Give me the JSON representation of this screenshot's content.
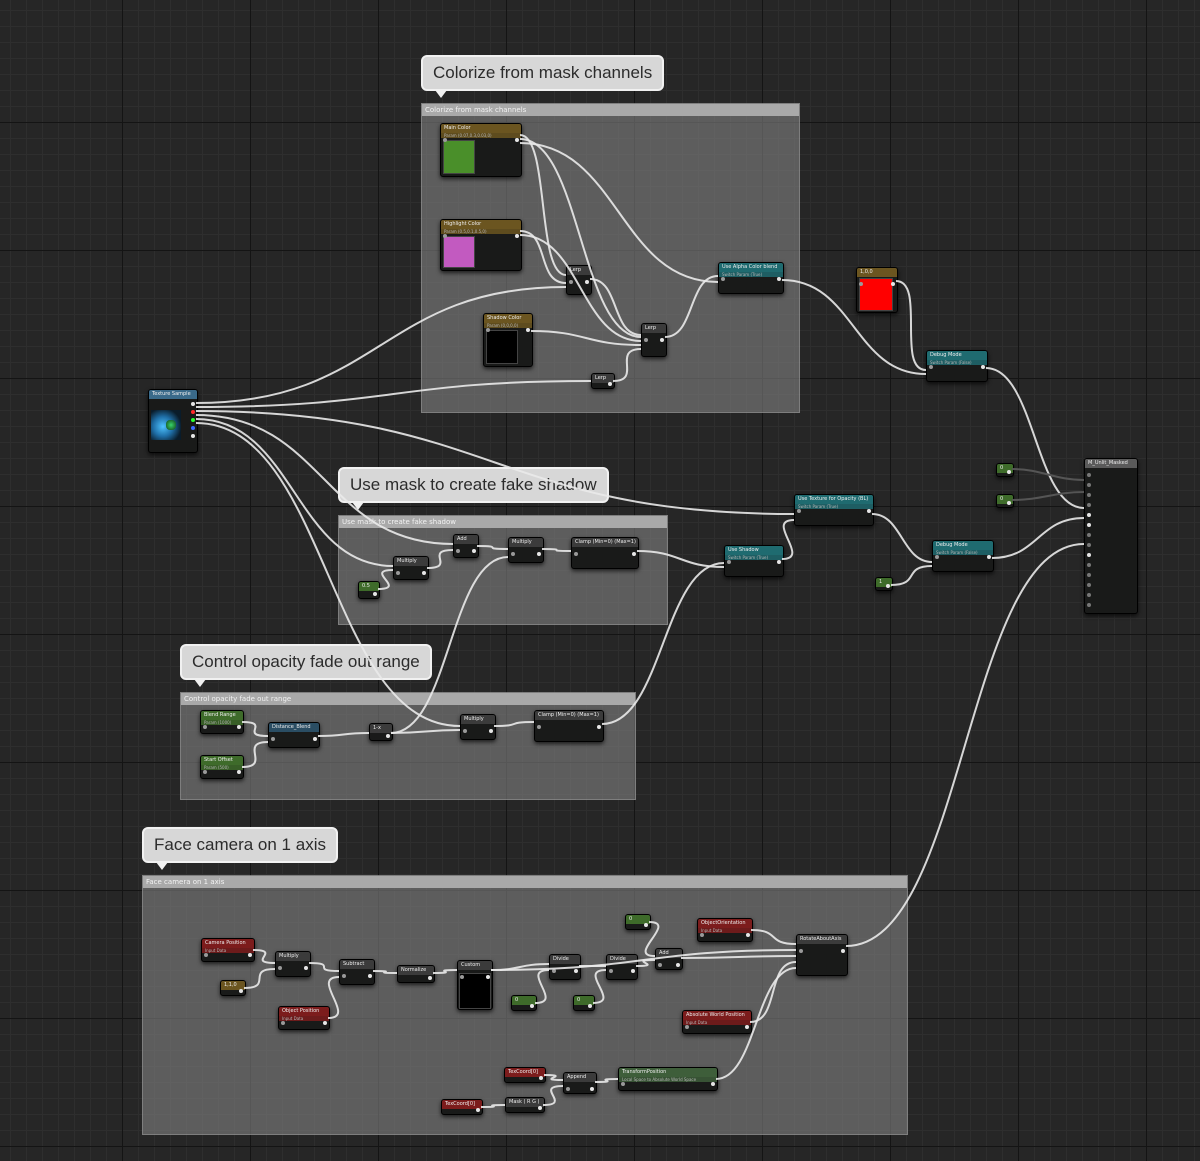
{
  "comments": [
    {
      "id": "colorize",
      "title": "Colorize from mask channels",
      "bubble": "Colorize from mask channels"
    },
    {
      "id": "shadow",
      "title": "Use mask to create fake shadow",
      "bubble": "Use mask to create fake shadow"
    },
    {
      "id": "opacity",
      "title": "Control opacity fade out range",
      "bubble": "Control opacity fade out range"
    },
    {
      "id": "face",
      "title": "Face camera on 1 axis",
      "bubble": "Face camera on 1 axis"
    }
  ],
  "nodes": [
    {
      "id": "texture-sample",
      "title": "Texture Sample",
      "subtitle": "",
      "kind": "param-blue",
      "swatch": ""
    },
    {
      "id": "main-color",
      "title": "Main Color",
      "subtitle": "Param (0.07,0.3,0.03,0)",
      "kind": "param-gold",
      "swatch": "#4a8f2a"
    },
    {
      "id": "highlight-color",
      "title": "Highlight Color",
      "subtitle": "Param (0.5,0.1,0.5,0)",
      "kind": "param-gold",
      "swatch": "#c25ac0"
    },
    {
      "id": "shadow-color",
      "title": "Shadow Color",
      "subtitle": "Param (0,0,0,0)",
      "kind": "param-gold",
      "swatch": "#000000"
    },
    {
      "id": "lerp-1",
      "title": "Lerp",
      "subtitle": "",
      "kind": "gray",
      "swatch": ""
    },
    {
      "id": "lerp-2",
      "title": "Lerp",
      "subtitle": "",
      "kind": "gray",
      "swatch": ""
    },
    {
      "id": "lerp-3",
      "title": "Lerp",
      "subtitle": "",
      "kind": "gray",
      "swatch": ""
    },
    {
      "id": "use-alpha-color-blend",
      "title": "Use Alpha Color blend",
      "subtitle": "Switch Param (True)",
      "kind": "teal",
      "swatch": ""
    },
    {
      "id": "red-const",
      "title": "1,0,0",
      "subtitle": "",
      "kind": "gold-const",
      "swatch": "#ff0000"
    },
    {
      "id": "debug-mode-1",
      "title": "Debug Mode",
      "subtitle": "Switch Param (False)",
      "kind": "teal",
      "swatch": ""
    },
    {
      "id": "material-output",
      "title": "M_Unlit_Masked",
      "subtitle": "",
      "kind": "result",
      "swatch": ""
    },
    {
      "id": "const-a",
      "title": "0",
      "subtitle": "",
      "kind": "green-const",
      "swatch": ""
    },
    {
      "id": "const-b",
      "title": "0",
      "subtitle": "",
      "kind": "green-const",
      "swatch": ""
    },
    {
      "id": "use-texture-opacity",
      "title": "Use Texture for Opacity (BL)",
      "subtitle": "Switch Param (True)",
      "kind": "teal",
      "swatch": ""
    },
    {
      "id": "debug-mode-2",
      "title": "Debug Mode",
      "subtitle": "Switch Param (False)",
      "kind": "teal",
      "swatch": ""
    },
    {
      "id": "const-c",
      "title": "1",
      "subtitle": "",
      "kind": "green-const",
      "swatch": ""
    },
    {
      "id": "shadow-multiply-1",
      "title": "Multiply",
      "subtitle": "",
      "kind": "gray",
      "swatch": ""
    },
    {
      "id": "shadow-const",
      "title": "0.5",
      "subtitle": "",
      "kind": "green-const",
      "swatch": ""
    },
    {
      "id": "shadow-add",
      "title": "Add",
      "subtitle": "",
      "kind": "gray",
      "swatch": ""
    },
    {
      "id": "shadow-multiply-2",
      "title": "Multiply",
      "subtitle": "",
      "kind": "gray",
      "swatch": ""
    },
    {
      "id": "shadow-clamp",
      "title": "Clamp (Min=0) (Max=1)",
      "subtitle": "",
      "kind": "gray",
      "swatch": ""
    },
    {
      "id": "use-shadow",
      "title": "Use Shadow",
      "subtitle": "Switch Param (True)",
      "kind": "teal",
      "swatch": ""
    },
    {
      "id": "blend-range",
      "title": "Blend Range",
      "subtitle": "Param (1000)",
      "kind": "green-param",
      "swatch": ""
    },
    {
      "id": "start-offset",
      "title": "Start Offset",
      "subtitle": "Param (500)",
      "kind": "green-param",
      "swatch": ""
    },
    {
      "id": "distance-blend",
      "title": "Distance_Blend",
      "subtitle": "",
      "kind": "blue-func",
      "swatch": ""
    },
    {
      "id": "opacity-oneminus",
      "title": "1-x",
      "subtitle": "",
      "kind": "gray",
      "swatch": ""
    },
    {
      "id": "opacity-multiply",
      "title": "Multiply",
      "subtitle": "",
      "kind": "gray",
      "swatch": ""
    },
    {
      "id": "opacity-clamp",
      "title": "Clamp (Min=0) (Max=1)",
      "subtitle": "",
      "kind": "gray",
      "swatch": ""
    },
    {
      "id": "camera-position",
      "title": "Camera Position",
      "subtitle": "Input Data",
      "kind": "red",
      "swatch": ""
    },
    {
      "id": "face-const",
      "title": "1,1,0",
      "subtitle": "",
      "kind": "gold-const",
      "swatch": ""
    },
    {
      "id": "face-multiply",
      "title": "Multiply",
      "subtitle": "",
      "kind": "gray",
      "swatch": ""
    },
    {
      "id": "object-position",
      "title": "Object Position",
      "subtitle": "Input Data",
      "kind": "red",
      "swatch": ""
    },
    {
      "id": "face-subtract",
      "title": "Subtract",
      "subtitle": "",
      "kind": "gray",
      "swatch": ""
    },
    {
      "id": "face-normalize",
      "title": "Normalize",
      "subtitle": "",
      "kind": "gray",
      "swatch": ""
    },
    {
      "id": "face-custom",
      "title": "Custom",
      "subtitle": "",
      "kind": "gray",
      "swatch": "#000000"
    },
    {
      "id": "face-const-2",
      "title": "0",
      "subtitle": "",
      "kind": "green-const",
      "swatch": ""
    },
    {
      "id": "face-divide-1",
      "title": "Divide",
      "subtitle": "",
      "kind": "gray",
      "swatch": ""
    },
    {
      "id": "face-const-3",
      "title": "0",
      "subtitle": "",
      "kind": "green-const",
      "swatch": ""
    },
    {
      "id": "face-divide-2",
      "title": "Divide",
      "subtitle": "",
      "kind": "gray",
      "swatch": ""
    },
    {
      "id": "face-const-4",
      "title": "0",
      "subtitle": "",
      "kind": "green-const",
      "swatch": ""
    },
    {
      "id": "face-add",
      "title": "Add",
      "subtitle": "",
      "kind": "gray",
      "swatch": ""
    },
    {
      "id": "object-orientation",
      "title": "ObjectOrientation",
      "subtitle": "Input Data",
      "kind": "red",
      "swatch": ""
    },
    {
      "id": "rotate-about-axis",
      "title": "RotateAboutAxis",
      "subtitle": "",
      "kind": "gray",
      "swatch": ""
    },
    {
      "id": "absolute-world-position",
      "title": "Absolute World Position",
      "subtitle": "Input Data",
      "kind": "red",
      "swatch": ""
    },
    {
      "id": "tex-coord-1",
      "title": "TexCoord[0]",
      "subtitle": "",
      "kind": "red",
      "swatch": ""
    },
    {
      "id": "tex-coord-2",
      "title": "TexCoord[0]",
      "subtitle": "",
      "kind": "red",
      "swatch": ""
    },
    {
      "id": "face-append",
      "title": "Append",
      "subtitle": "",
      "kind": "gray",
      "swatch": ""
    },
    {
      "id": "mask-rg",
      "title": "Mask ( R G )",
      "subtitle": "",
      "kind": "gray",
      "swatch": ""
    },
    {
      "id": "transform-position",
      "title": "TransformPosition",
      "subtitle": "Local Space to Absolute World Space",
      "kind": "green-func",
      "swatch": ""
    }
  ],
  "colors": {
    "background": "#262626",
    "wire": "#eaeaea",
    "comment_fill": "#7f7f7f",
    "comment_title": "#a9a9a9",
    "param_gold": "#6b5520",
    "param_teal": "#1f6b70",
    "param_green": "#3e6b2a",
    "input_red": "#7c1c1c",
    "func_blue": "#2a4d63",
    "node_gray": "#3a3a3a"
  }
}
